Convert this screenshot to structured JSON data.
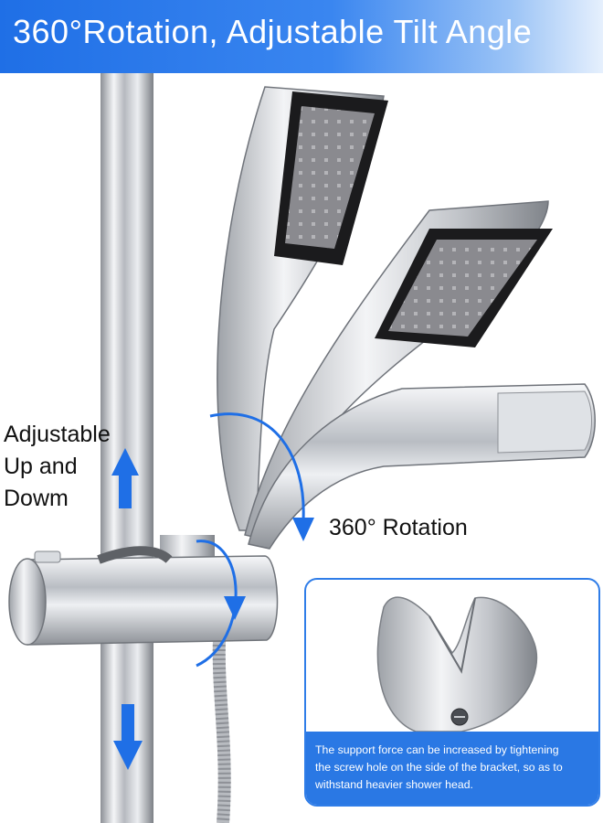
{
  "header": {
    "title": "360°Rotation, Adjustable Tilt Angle"
  },
  "labels": {
    "adjustable": "Adjustable\nUp and\nDowm",
    "rotation": "360° Rotation"
  },
  "inset": {
    "caption_lines": [
      "The support force can be increased by tightening",
      "the screw hole on the side of the bracket, so as to",
      "withstand heavier shower head."
    ]
  },
  "colors": {
    "accent": "#2a78e4",
    "arrow": "#1f6fe6",
    "chrome": "#c9ccd2",
    "face": "#7f7f84"
  }
}
